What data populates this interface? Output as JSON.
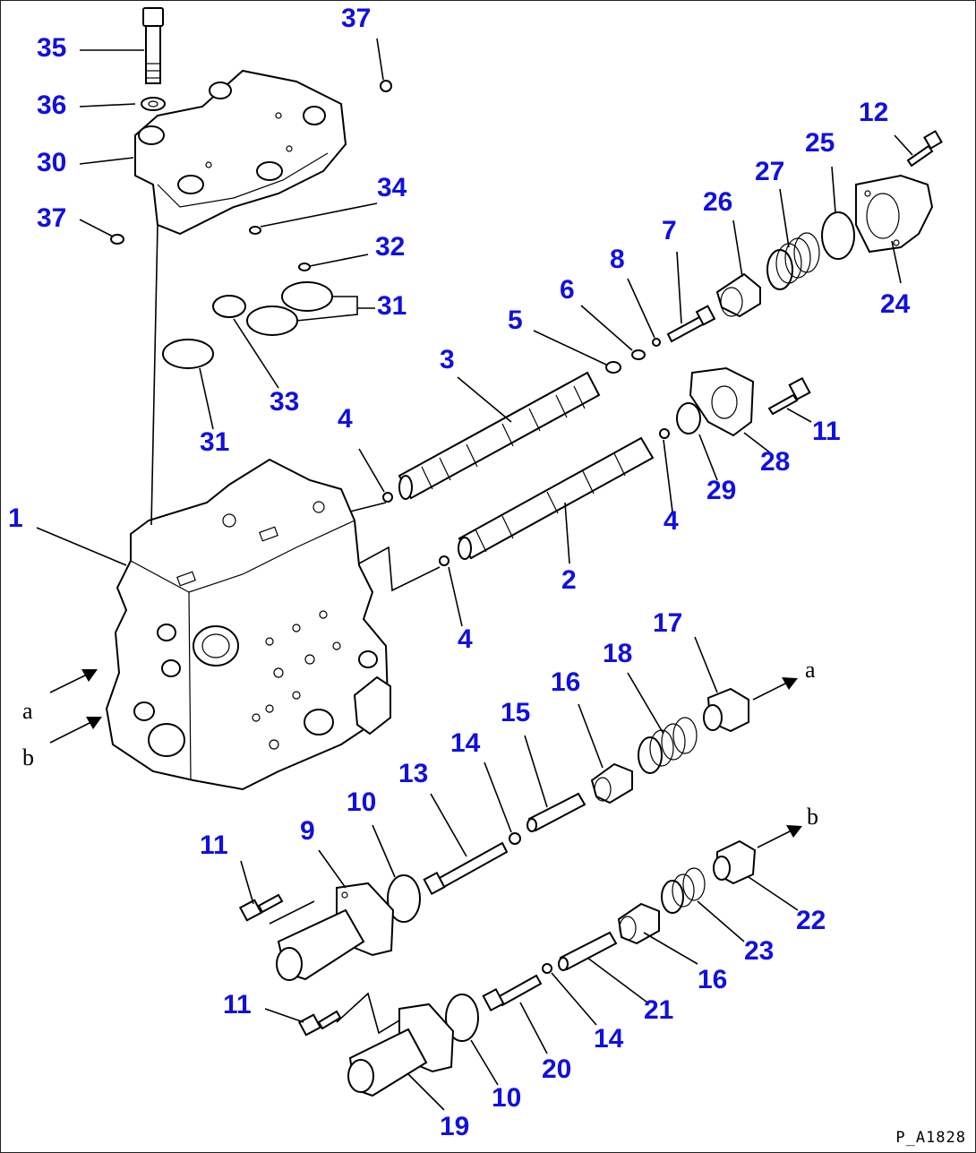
{
  "labels": {
    "l35": "35",
    "l36": "36",
    "l30": "30",
    "l37a": "37",
    "l37b": "37",
    "l34": "34",
    "l32": "32",
    "l31a": "31",
    "l31b": "31",
    "l33": "33",
    "l1": "1",
    "l3": "3",
    "l4a": "4",
    "l4b": "4",
    "l4c": "4",
    "l2": "2",
    "l5": "5",
    "l6": "6",
    "l8": "8",
    "l7": "7",
    "l26": "26",
    "l27": "27",
    "l25": "25",
    "l12": "12",
    "l24": "24",
    "l11a": "11",
    "l28": "28",
    "l29": "29",
    "l17": "17",
    "l18": "18",
    "l16a": "16",
    "l15": "15",
    "l14a": "14",
    "l13": "13",
    "l10a": "10",
    "l9": "9",
    "l11b": "11",
    "l22": "22",
    "l23": "23",
    "l16b": "16",
    "l21": "21",
    "l14b": "14",
    "l11c": "11",
    "l20": "20",
    "l10b": "10",
    "l19": "19"
  },
  "ports": {
    "a_left": "a",
    "b_left": "b",
    "a_right": "a",
    "b_right": "b"
  },
  "drawing_code": "P_A1828",
  "colors": {
    "label": "#1010e0",
    "line": "#000000"
  }
}
